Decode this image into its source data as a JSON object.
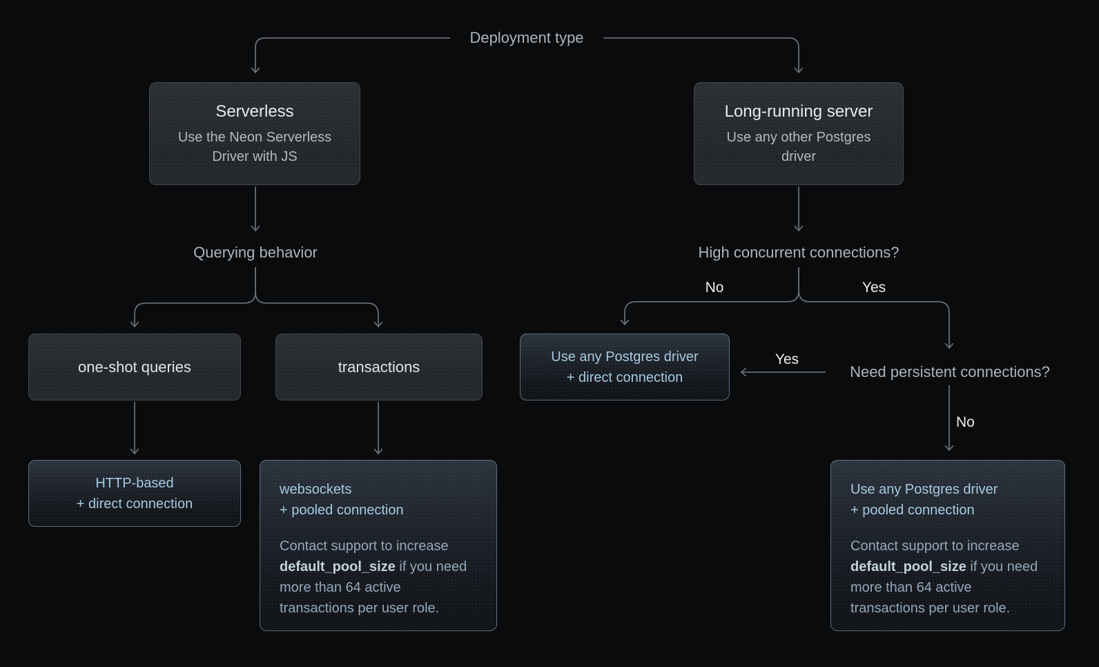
{
  "diagram": {
    "title": "Deployment type",
    "labels": {
      "querying_behavior": "Querying behavior",
      "high_concurrent": "High concurrent connections?",
      "need_persistent": "Need persistent connections?",
      "no_to_direct": "No",
      "yes_to_persistent": "Yes",
      "yes_to_direct": "Yes",
      "no_to_pooled": "No"
    },
    "nodes": {
      "serverless": {
        "title": "Serverless",
        "subtitle": "Use the Neon Serverless Driver with JS"
      },
      "long_running": {
        "title": "Long-running server",
        "subtitle": "Use any other Postgres driver"
      },
      "one_shot": {
        "label": "one-shot queries"
      },
      "transactions": {
        "label": "transactions"
      },
      "http_based": {
        "line1": "HTTP-based",
        "line2": "+ direct connection"
      },
      "websockets": {
        "line1": "websockets",
        "line2": "+ pooled connection",
        "note_prefix": "Contact support to increase ",
        "note_bold": "default_pool_size",
        "note_suffix": " if you need more than 64 active transactions per user role."
      },
      "direct_driver": {
        "line1": "Use any Postgres driver",
        "line2": "+ direct connection"
      },
      "pooled_driver": {
        "line1": "Use any Postgres driver",
        "line2": "+ pooled connection",
        "note_prefix": "Contact support to increase ",
        "note_bold": "default_pool_size",
        "note_suffix": " if you need more than 64 active transactions per user role."
      }
    },
    "colors": {
      "background": "#0a0b0c",
      "connector_line": "#666d75",
      "node_background": "#272a2e",
      "node_border": "#42474e",
      "result_border": "#5d6f81",
      "result_accent_text": "#a7cbe1",
      "result_note_text": "#93a9bb",
      "label_text": "#aeb5bb",
      "title_text": "#eaecee"
    }
  }
}
